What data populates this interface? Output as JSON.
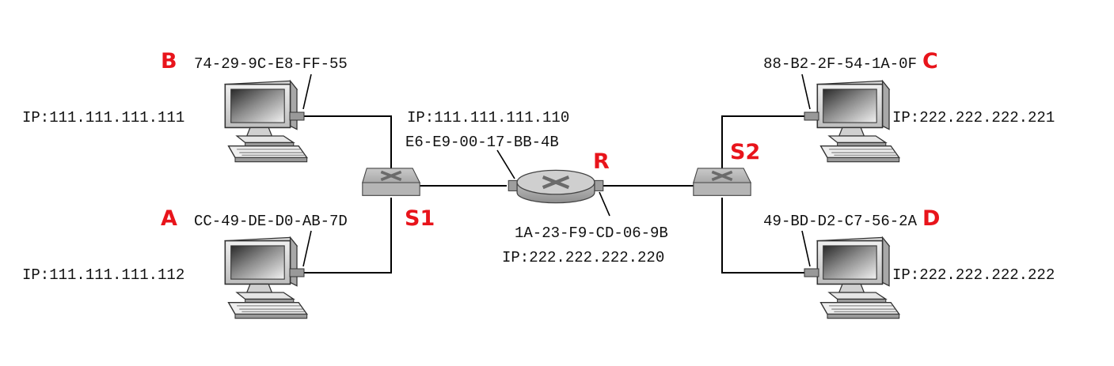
{
  "diagram": {
    "colors": {
      "node_label": "#e8141b",
      "link": "#000000",
      "text": "#111111"
    },
    "hosts": {
      "A": {
        "label": "A",
        "mac": "CC-49-DE-D0-AB-7D",
        "ip": "IP:111.111.111.112",
        "icon": "computer-icon"
      },
      "B": {
        "label": "B",
        "mac": "74-29-9C-E8-FF-55",
        "ip": "IP:111.111.111.111",
        "icon": "computer-icon"
      },
      "C": {
        "label": "C",
        "mac": "88-B2-2F-54-1A-0F",
        "ip": "IP:222.222.222.221",
        "icon": "computer-icon"
      },
      "D": {
        "label": "D",
        "mac": "49-BD-D2-C7-56-2A",
        "ip": "IP:222.222.222.222",
        "icon": "computer-icon"
      }
    },
    "switches": {
      "S1": {
        "label": "S1",
        "icon": "switch-icon"
      },
      "S2": {
        "label": "S2",
        "icon": "switch-icon"
      }
    },
    "router": {
      "label": "R",
      "icon": "router-icon",
      "left_interface": {
        "ip": "IP:111.111.111.110",
        "mac": "E6-E9-00-17-BB-4B"
      },
      "right_interface": {
        "mac": "1A-23-F9-CD-06-9B",
        "ip": "IP:222.222.222.220"
      }
    }
  }
}
